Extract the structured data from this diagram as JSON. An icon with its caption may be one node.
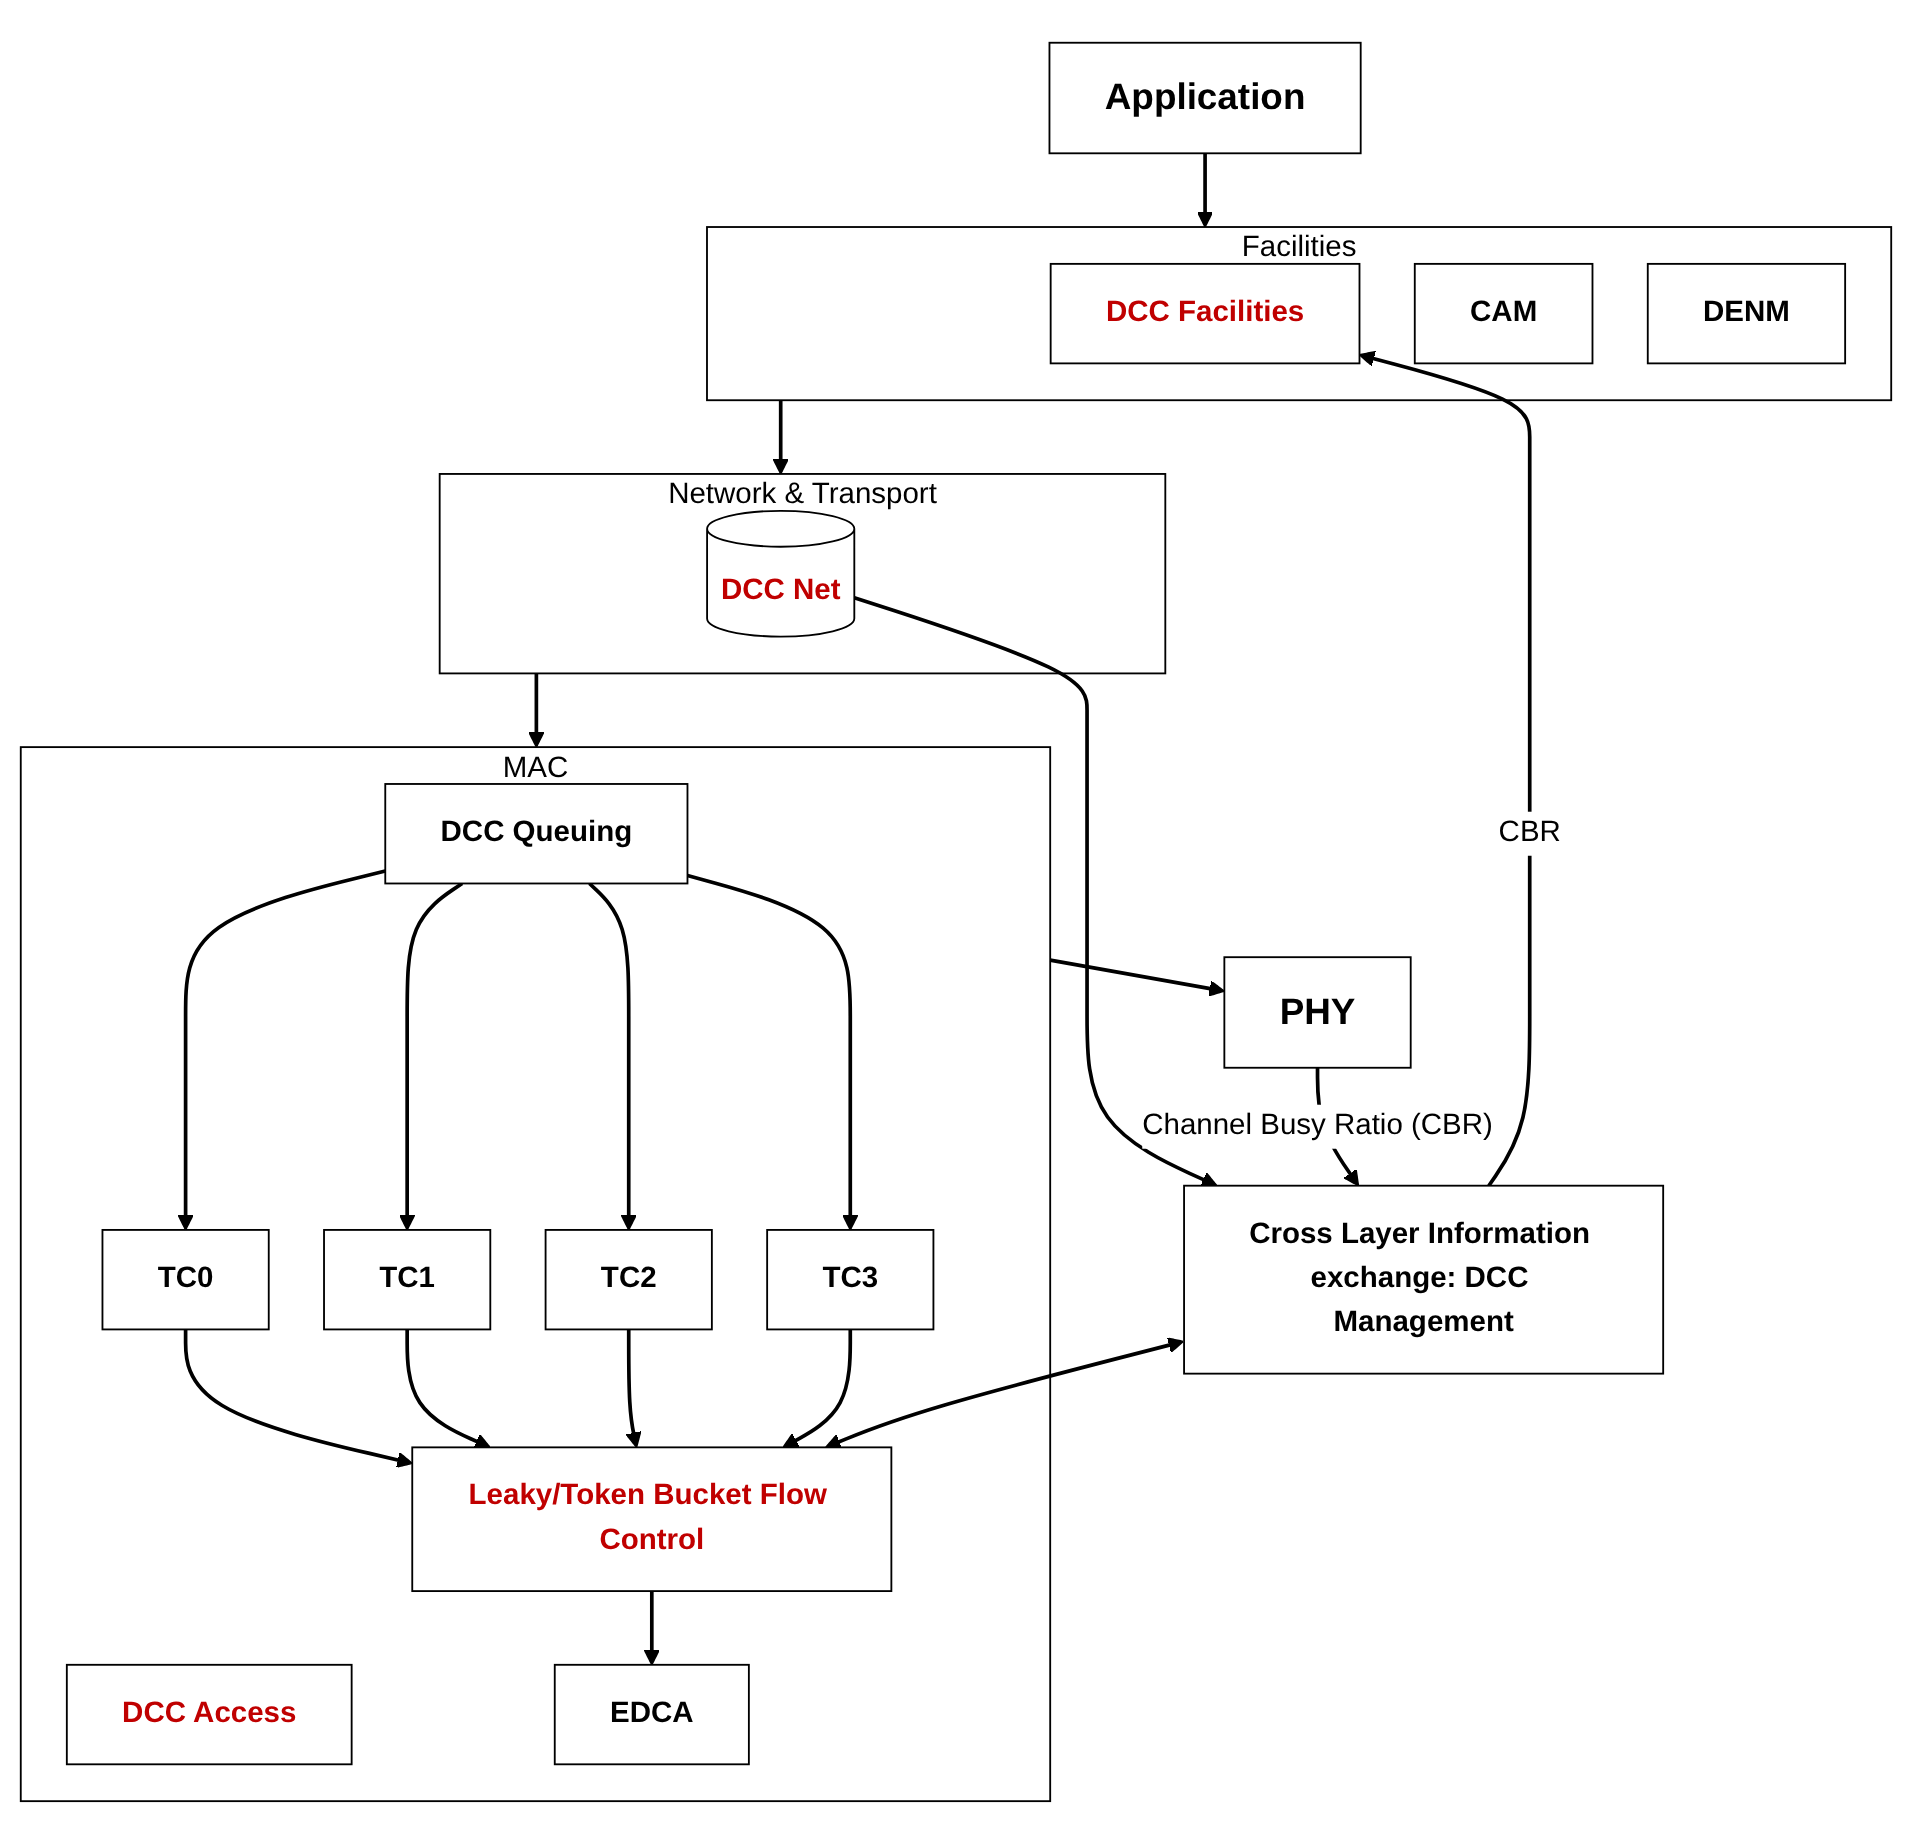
{
  "diagram": {
    "nodes": [
      {
        "text": [
          "Application"
        ]
      },
      {
        "text": [
          "Facilities"
        ]
      },
      {
        "text": [
          "DCC Facilities"
        ],
        "in": 1
      },
      {
        "text": [
          "CAM"
        ],
        "in": 1
      },
      {
        "text": [
          "DENM"
        ],
        "in": 1
      },
      {
        "text": [
          "Network & Transport"
        ]
      },
      {
        "text": [
          "DCC Net"
        ],
        "in": 5
      },
      {
        "text": [
          "MAC"
        ]
      },
      {
        "text": [
          "DCC Queuing"
        ],
        "in": 7
      },
      {
        "text": [
          "DCC Access"
        ],
        "in": 7
      },
      {
        "text": [
          "TC0"
        ],
        "in": 7
      },
      {
        "text": [
          "TC1"
        ],
        "in": 7
      },
      {
        "text": [
          "TC2"
        ],
        "in": 7
      },
      {
        "text": [
          "TC3"
        ],
        "in": 7
      },
      {
        "text": [
          "Leaky/Token Bucket Flow Control"
        ],
        "in": 7
      },
      {
        "text": [
          "EDCA"
        ],
        "in": 7
      },
      {
        "text": [
          "PHY"
        ]
      },
      {
        "text": [
          "Cross Layer Information exchange: DCC Management"
        ]
      }
    ],
    "edges": [
      {
        "from": 0,
        "to": 1,
        "arrow": "to"
      },
      {
        "from": 1,
        "to": 5,
        "arrow": "to"
      },
      {
        "from": 5,
        "to": 7,
        "arrow": "to"
      },
      {
        "from": 6,
        "to": 17,
        "arrow": "to"
      },
      {
        "from": 17,
        "to": 2,
        "arrow": "to",
        "label": "CBR"
      },
      {
        "from": 8,
        "to": 10,
        "arrow": "to"
      },
      {
        "from": 8,
        "to": 11,
        "arrow": "to"
      },
      {
        "from": 8,
        "to": 12,
        "arrow": "to"
      },
      {
        "from": 8,
        "to": 13,
        "arrow": "to"
      },
      {
        "from": 10,
        "to": 14,
        "arrow": "to"
      },
      {
        "from": 11,
        "to": 14,
        "arrow": "to"
      },
      {
        "from": 12,
        "to": 14,
        "arrow": "to"
      },
      {
        "from": 13,
        "to": 14,
        "arrow": "to"
      },
      {
        "from": 14,
        "to": 15,
        "arrow": "to"
      },
      {
        "from": 7,
        "to": 16,
        "arrow": "to"
      },
      {
        "from": 17,
        "to": 14,
        "arrow": "both"
      },
      {
        "from": 16,
        "to": 17,
        "arrow": "to",
        "label": "Channel Busy Ratio (CBR)"
      }
    ]
  }
}
